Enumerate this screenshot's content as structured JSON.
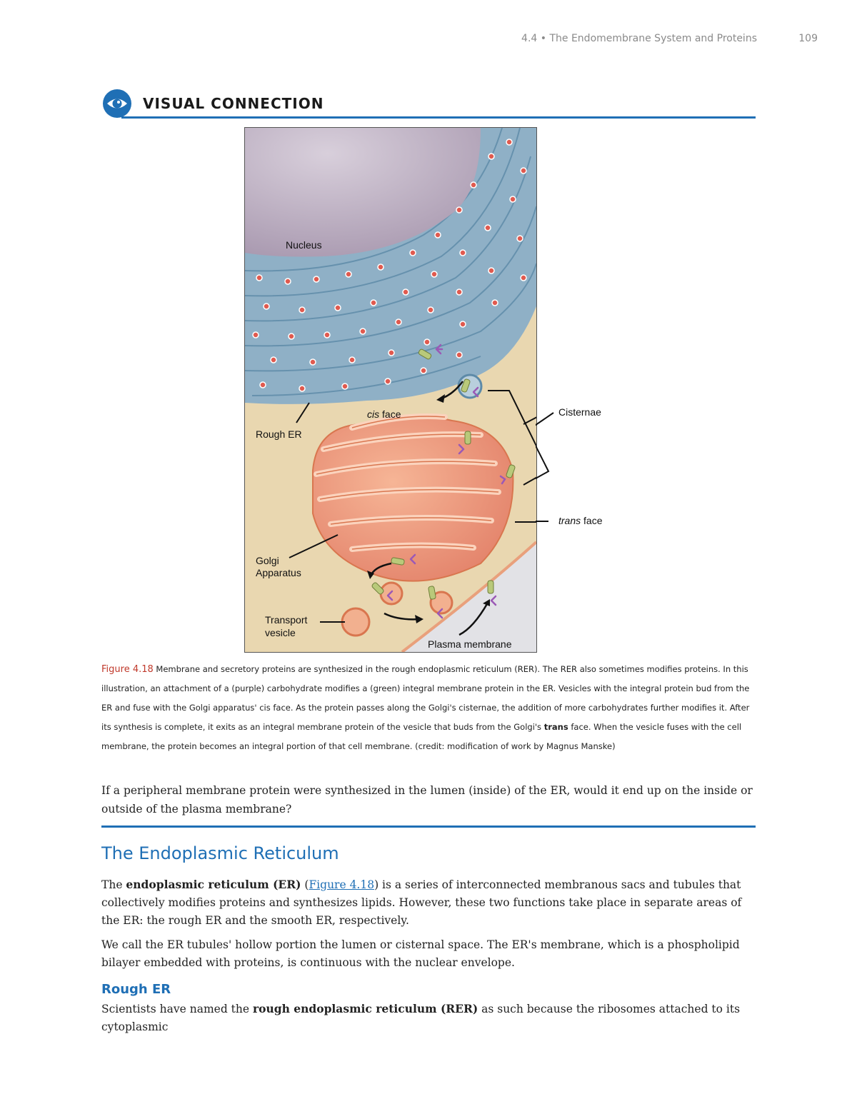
{
  "header": {
    "running_title": "4.4 • The Endomembrane System and Proteins",
    "page_number": "109"
  },
  "visual_connection": {
    "title": "VISUAL CONNECTION"
  },
  "figure": {
    "labels": {
      "nucleus": "Nucleus",
      "cis_face_italic": "cis",
      "cis_face_rest": " face",
      "rough_er": "Rough ER",
      "cisternae": "Cisternae",
      "trans_face_italic": "trans",
      "trans_face_rest": " face",
      "golgi_line1": "Golgi",
      "golgi_line2": "Apparatus",
      "transport_line1": "Transport",
      "transport_line2": "vesicle",
      "plasma_membrane": "Plasma membrane"
    },
    "caption": {
      "label": "Figure 4.18",
      "text_1": " Membrane and secretory proteins are synthesized in the rough endoplasmic reticulum (RER). The RER also sometimes modifies proteins. In this illustration, an attachment of a (purple) carbohydrate modifies a (green) integral membrane protein in the ER. Vesicles with the integral protein bud from the ER and fuse with the Golgi apparatus' cis face. As the protein passes along the Golgi's cisternae, the addition of more carbohydrates further modifies it. After its synthesis is complete, it exits as an integral membrane protein of the vesicle that buds from the Golgi's ",
      "trans_bold": "trans",
      "text_2": " face. When the vesicle fuses with the cell membrane, the protein becomes an integral portion of that cell membrane. (credit: modification of work by Magnus Manske)"
    }
  },
  "question": "If a peripheral membrane protein were synthesized in the lumen (inside) of the ER, would it end up on the inside or outside of the plasma membrane?",
  "section": {
    "title": "The Endoplasmic Reticulum",
    "p1": {
      "t1": "The ",
      "bold1": "endoplasmic reticulum (ER)",
      "t2": " (",
      "link": "Figure 4.18",
      "t3": ") is a series of interconnected membranous sacs and tubules that collectively modifies proteins and synthesizes lipids. However, these two functions take place in separate areas of the ER: the rough ER and the smooth ER, respectively."
    },
    "p2": "We call the ER tubules' hollow portion the lumen or cisternal space. The ER's membrane, which is a phospholipid bilayer embedded with proteins, is continuous with the nuclear envelope."
  },
  "subsection": {
    "title": "Rough ER",
    "p1": {
      "t1": "Scientists have named the ",
      "bold1": "rough endoplasmic reticulum (RER)",
      "t2": " as such because the ribosomes attached to its cytoplasmic"
    }
  },
  "colors": {
    "accent_blue": "#1f6fb5",
    "figure_label_red": "#c0392b",
    "nucleus_purple": "#b7a8bd",
    "er_blue": "#8fb0c6",
    "golgi_salmon": "#ef9d7d",
    "cytoplasm_tan": "#e9d7b0"
  }
}
